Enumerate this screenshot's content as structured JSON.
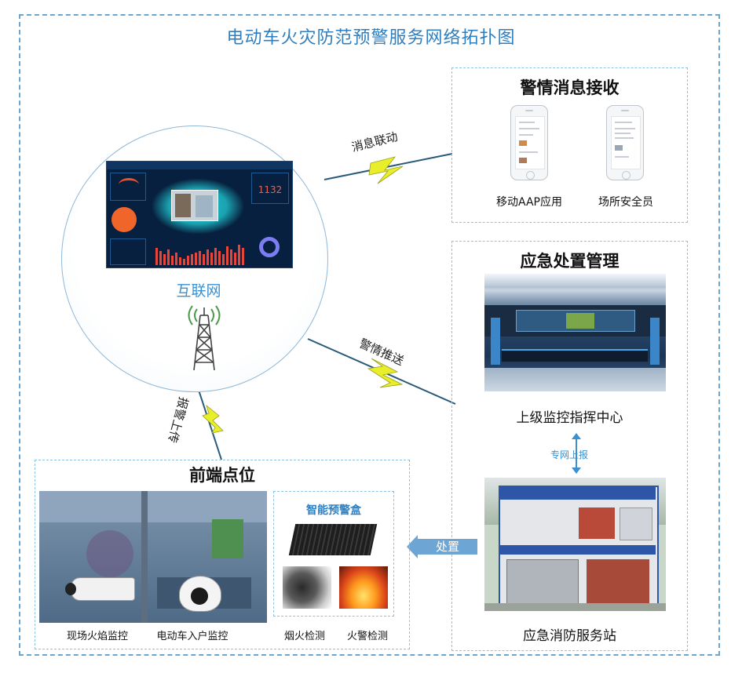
{
  "title": "电动车火灾防范预警服务网络拓扑图",
  "alarm_receive": {
    "title": "警情消息接收",
    "app_label": "移动AAP应用",
    "officer_label": "场所安全员"
  },
  "emergency": {
    "title": "应急处置管理",
    "center_label": "上级监控指挥中心",
    "report_label": "专网上报",
    "station_label": "应急消防服务站"
  },
  "internet": {
    "label": "互联网",
    "dashboard_number": "1132"
  },
  "links": {
    "message_link": "消息联动",
    "alarm_push": "警情推送",
    "alarm_upload": "报警上传",
    "handle": "处置"
  },
  "frontend": {
    "title": "前端点位",
    "fire_monitor": "现场火焰监控",
    "entry_monitor": "电动车入户监控",
    "box_label": "智能预警盒",
    "smoke_detect": "烟火检测",
    "fire_detect": "火警检测"
  },
  "colors": {
    "title_blue": "#2f7fc0",
    "frame_dash": "#6aa6d0",
    "lightning": "#e9ee2a",
    "dashboard_bg": "#08203f",
    "arrow_blue": "#6da6d4"
  },
  "icons": [
    "lightning-bolt-icon",
    "antenna-tower-icon",
    "phone-icon",
    "double-arrow-icon"
  ]
}
